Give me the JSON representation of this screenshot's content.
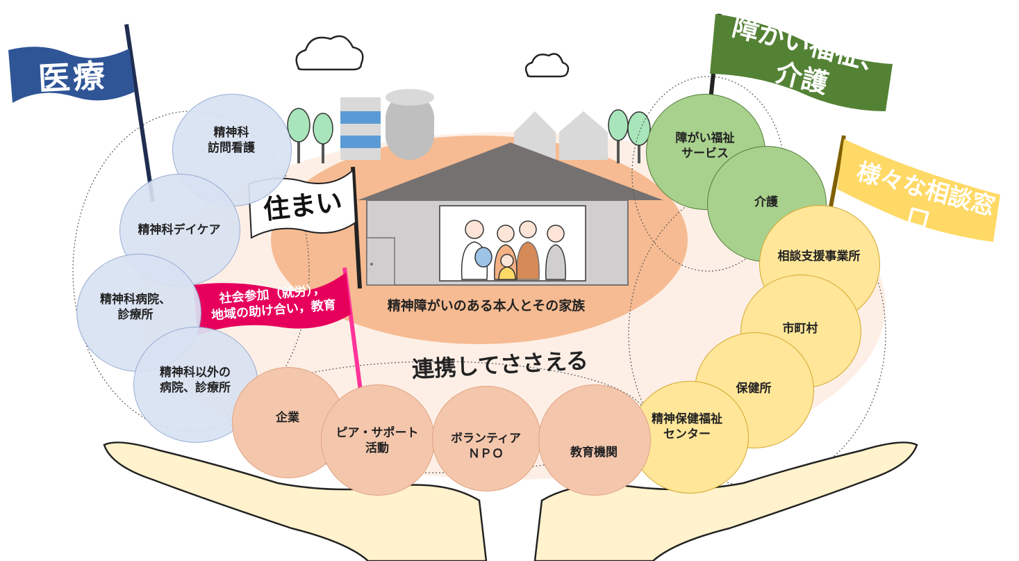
{
  "center": {
    "family_caption": "精神障がいのある本人とその家族",
    "support_caption": "連携してささえる"
  },
  "flags": {
    "medical": "医療",
    "welfare": "障がい福祉、介護",
    "consultation": "様々な相談窓口",
    "housing": "住まい",
    "social": "社会参加（就労），\n地域の助け合い，教育"
  },
  "medical_circles": [
    "精神科\n訪問看護",
    "精神科デイケア",
    "精神科病院、\n診療所",
    "精神科以外の\n病院、診療所"
  ],
  "welfare_circles": [
    "障がい福祉\nサービス",
    "介護"
  ],
  "consultation_circles": [
    "相談支援事業所",
    "市町村",
    "保健所",
    "精神保健福祉\nセンター"
  ],
  "community_circles": [
    "企業",
    "ピア・サポート\n活動",
    "ボランティア\nＮＰＯ",
    "教育機関"
  ],
  "colors": {
    "medical_flag": "#2f5597",
    "welfare_flag": "#548235",
    "consultation_flag": "#ffd966",
    "social_flag": "#e6005c",
    "ground": "#fbe5d6",
    "inner_ground": "#f4b183",
    "roof": "#767171",
    "hands": "#fff2cc"
  },
  "icons": [
    "cloud-icon",
    "tree-icon",
    "building-icon",
    "house-icon",
    "family-illustration",
    "hands-illustration"
  ]
}
